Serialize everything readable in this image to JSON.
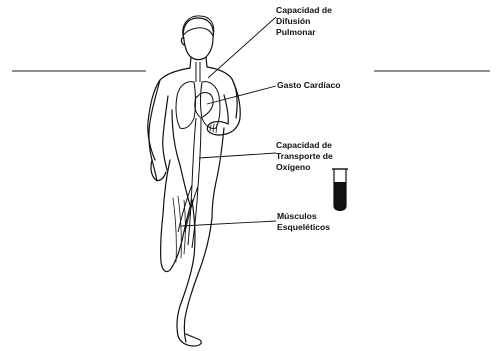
{
  "labels": {
    "difusion": [
      "Capacidad de",
      "Difusión",
      "Pulmonar"
    ],
    "gasto": [
      "Gasto Cardíaco"
    ],
    "transporte": [
      "Capacidad de",
      "Transporte de",
      "Oxígeno"
    ],
    "musculos": [
      "Músculos",
      "Esqueléticos"
    ]
  },
  "colors": {
    "ink": "#111111",
    "background": "#ffffff",
    "blood": "#111111"
  },
  "icons": {
    "test_tube": "test-tube-icon"
  }
}
